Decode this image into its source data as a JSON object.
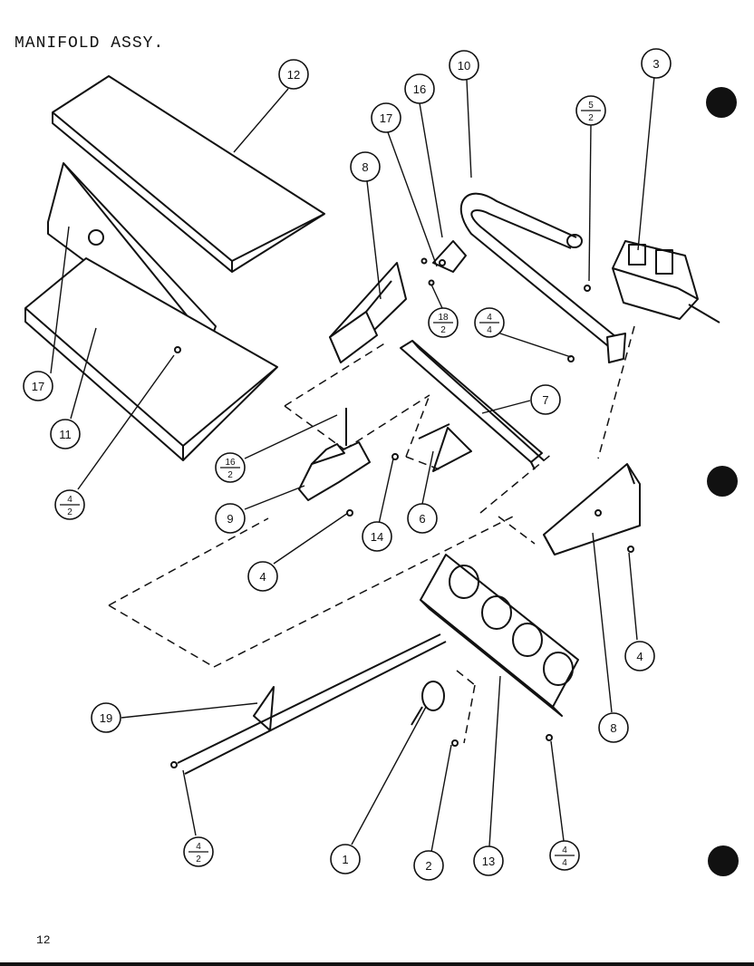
{
  "title": "MANIFOLD ASSY.",
  "page_number": "12",
  "callouts": [
    {
      "id": "c12",
      "top": "12"
    },
    {
      "id": "c10",
      "top": "10"
    },
    {
      "id": "c3",
      "top": "3"
    },
    {
      "id": "c16a",
      "top": "16"
    },
    {
      "id": "c17a",
      "top": "17"
    },
    {
      "id": "c5-2",
      "top": "5",
      "bottom": "2"
    },
    {
      "id": "c8a",
      "top": "8"
    },
    {
      "id": "c18-2",
      "top": "18",
      "bottom": "2"
    },
    {
      "id": "c4-4a",
      "top": "4",
      "bottom": "4"
    },
    {
      "id": "c17b",
      "top": "17"
    },
    {
      "id": "c11",
      "top": "11"
    },
    {
      "id": "c4-2a",
      "top": "4",
      "bottom": "2"
    },
    {
      "id": "c7",
      "top": "7"
    },
    {
      "id": "c16-2",
      "top": "16",
      "bottom": "2"
    },
    {
      "id": "c9",
      "top": "9"
    },
    {
      "id": "c14",
      "top": "14"
    },
    {
      "id": "c6",
      "top": "6"
    },
    {
      "id": "c4a",
      "top": "4"
    },
    {
      "id": "c4b",
      "top": "4"
    },
    {
      "id": "c19",
      "top": "19"
    },
    {
      "id": "c8b",
      "top": "8"
    },
    {
      "id": "c4-2b",
      "top": "4",
      "bottom": "2"
    },
    {
      "id": "c1",
      "top": "1"
    },
    {
      "id": "c2",
      "top": "2"
    },
    {
      "id": "c13",
      "top": "13"
    },
    {
      "id": "c4-4b",
      "top": "4",
      "bottom": "4"
    }
  ]
}
